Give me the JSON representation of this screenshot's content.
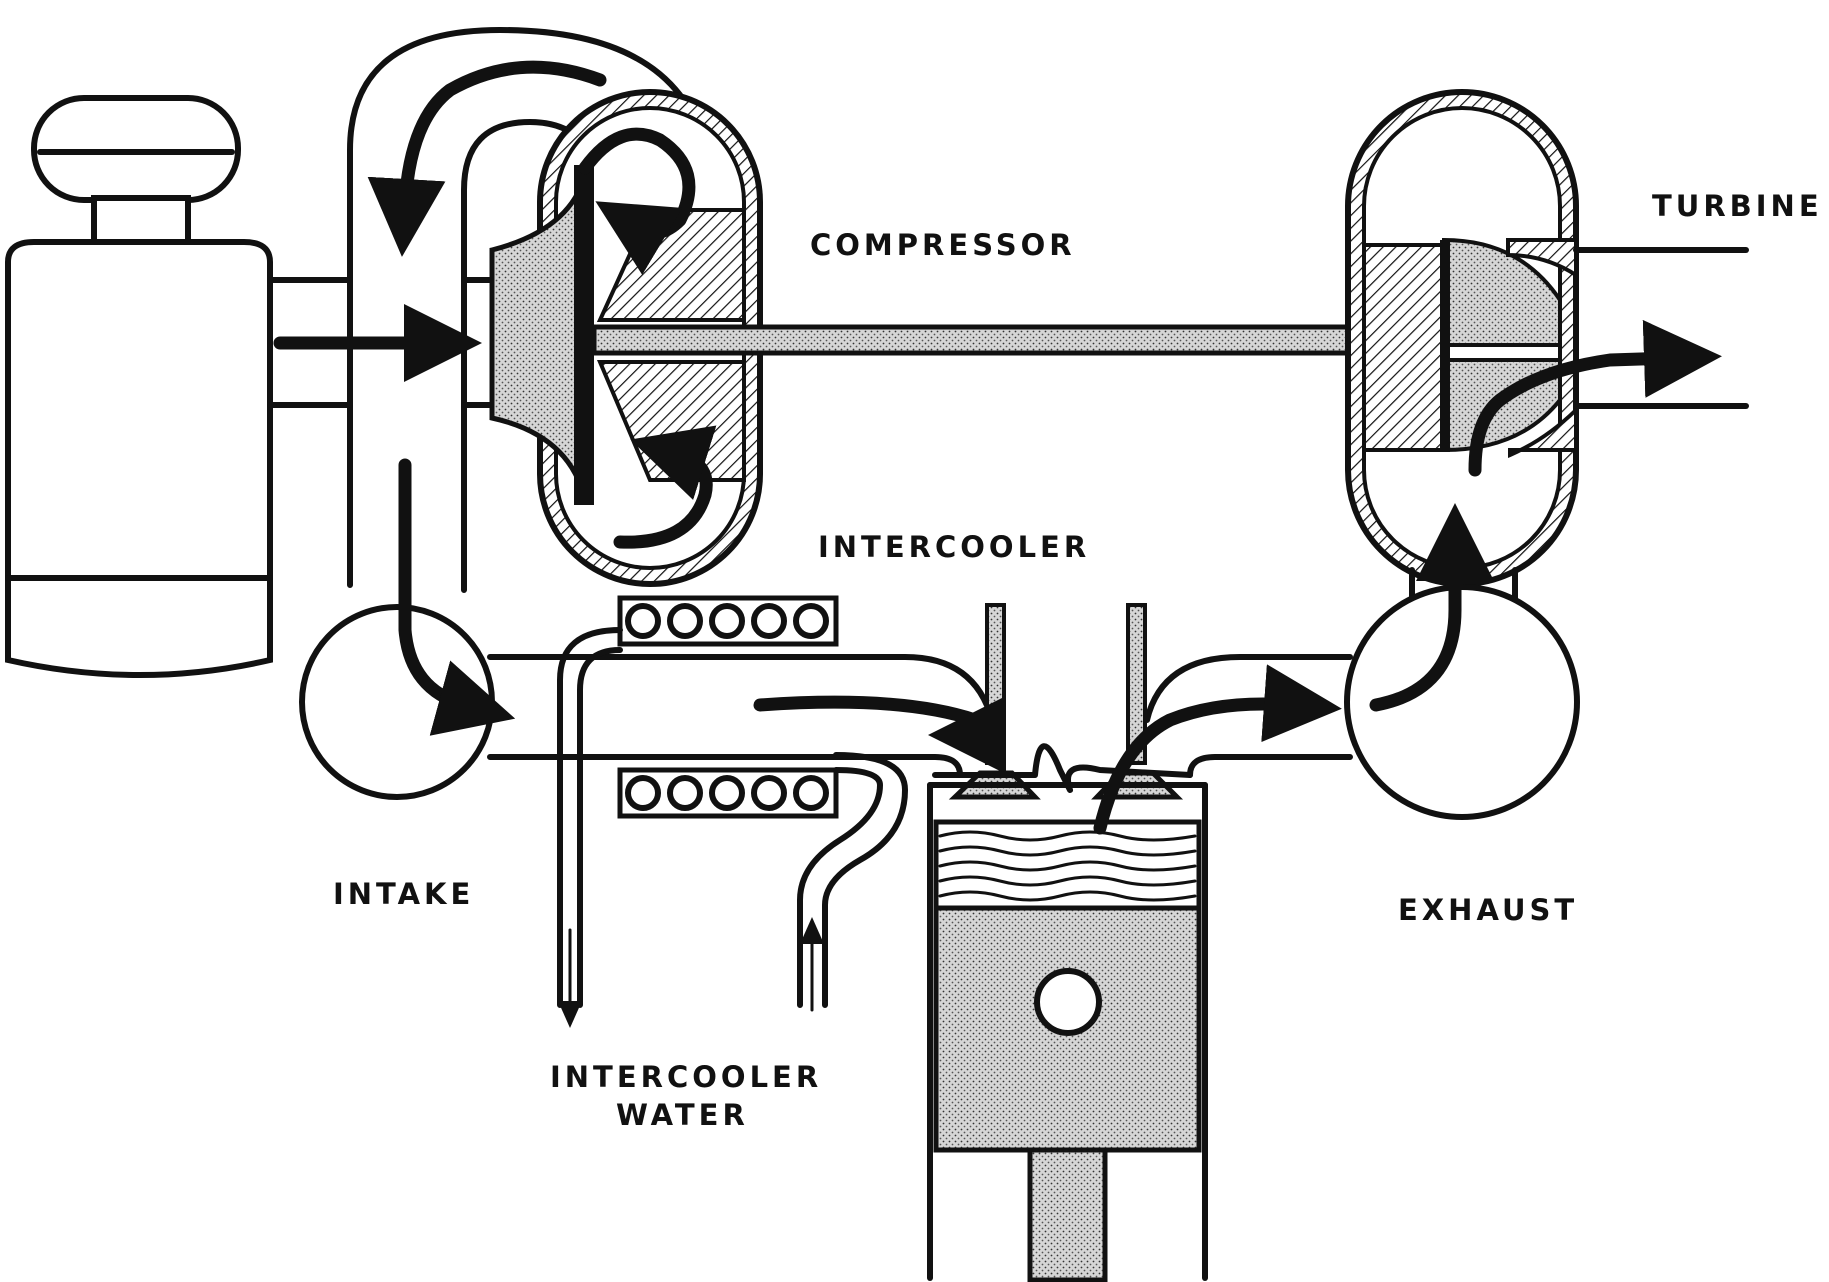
{
  "labels": {
    "compressor": "COMPRESSOR",
    "turbine": "TURBINE",
    "intercooler": "INTERCOOLER",
    "intake": "INTAKE",
    "exhaust": "EXHAUST",
    "intercooler_water_line1": "INTERCOOLER",
    "intercooler_water_line2": "WATER"
  },
  "colors": {
    "ink": "#111111",
    "paper": "#ffffff",
    "stipple": "#bdbdbd"
  }
}
